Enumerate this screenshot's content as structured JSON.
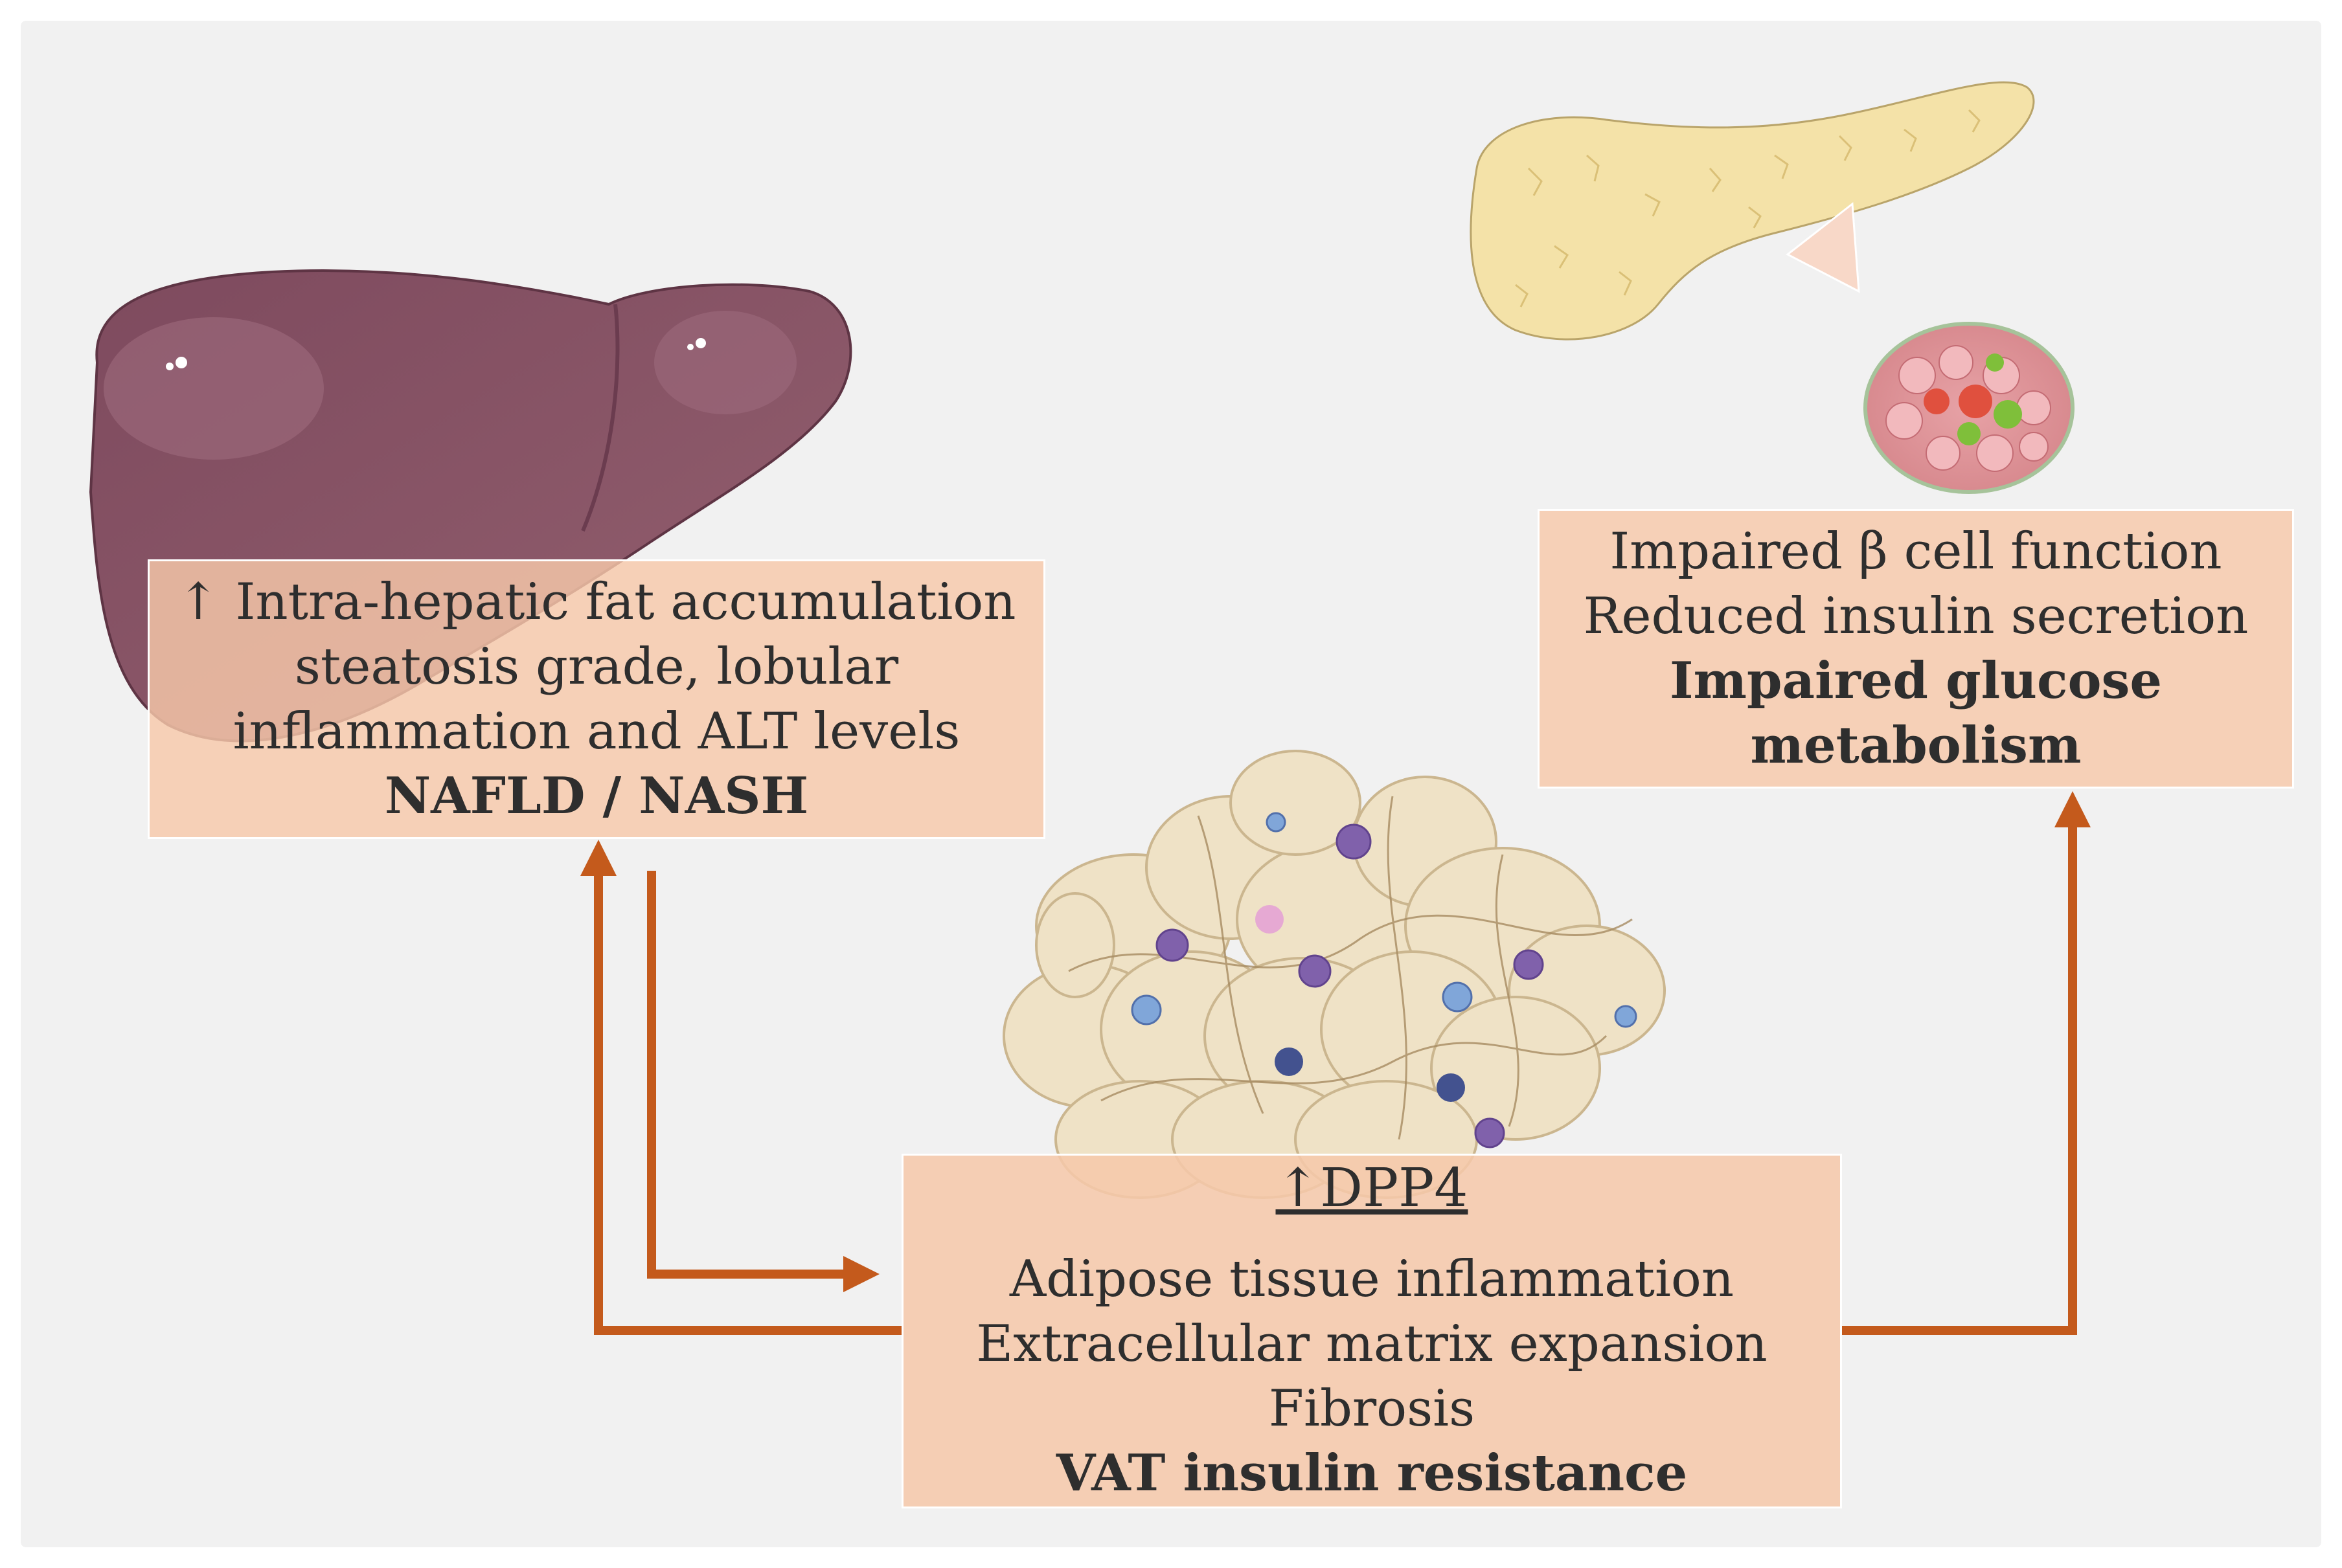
{
  "liver_box": {
    "line1": "↑ Intra-hepatic fat accumulation",
    "line2": "steatosis grade, lobular",
    "line3": "inflammation and ALT levels",
    "line4": "NAFLD / NASH"
  },
  "pancreas_box": {
    "line1": "Impaired β cell function",
    "line2": "Reduced insulin secretion",
    "line3": "Impaired glucose",
    "line4": "metabolism"
  },
  "adipose_box": {
    "heading": "↑DPP4",
    "line1": "Adipose tissue inflammation",
    "line2": "Extracellular matrix expansion",
    "line3": "Fibrosis",
    "line4": "VAT insulin resistance"
  },
  "colors": {
    "arrow": "#c45a1c",
    "box_fill": "#f6c8aa",
    "liver": "#8b5468",
    "pancreas": "#f4e2a8",
    "adipocyte": "#efe2c4"
  },
  "icons": [
    "liver-icon",
    "pancreas-icon",
    "islet-icon",
    "adipose-tissue-icon"
  ]
}
